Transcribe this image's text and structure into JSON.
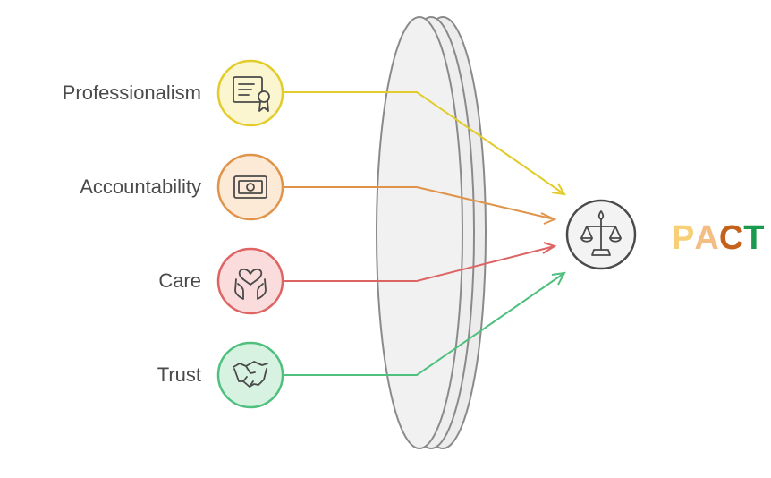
{
  "items": [
    {
      "label": "Professionalism",
      "icon": "certificate-icon",
      "color": "#E2CC2B",
      "fill": "#FBF6D0"
    },
    {
      "label": "Accountability",
      "icon": "money-bill-icon",
      "color": "#E0944A",
      "fill": "#FCE9D6"
    },
    {
      "label": "Care",
      "icon": "heart-hands-icon",
      "color": "#DE6464",
      "fill": "#FADCDC"
    },
    {
      "label": "Trust",
      "icon": "handshake-icon",
      "color": "#4FC07E",
      "fill": "#D8F2E2"
    }
  ],
  "hub": {
    "icon": "balance-scale-icon",
    "color": "#4a4a4a"
  },
  "acronym": {
    "letters": [
      {
        "char": "P",
        "color": "#F6CF76"
      },
      {
        "char": "A",
        "color": "#F4BD82"
      },
      {
        "char": "C",
        "color": "#C4621B"
      },
      {
        "char": "T",
        "color": "#1A9A4E"
      }
    ]
  }
}
